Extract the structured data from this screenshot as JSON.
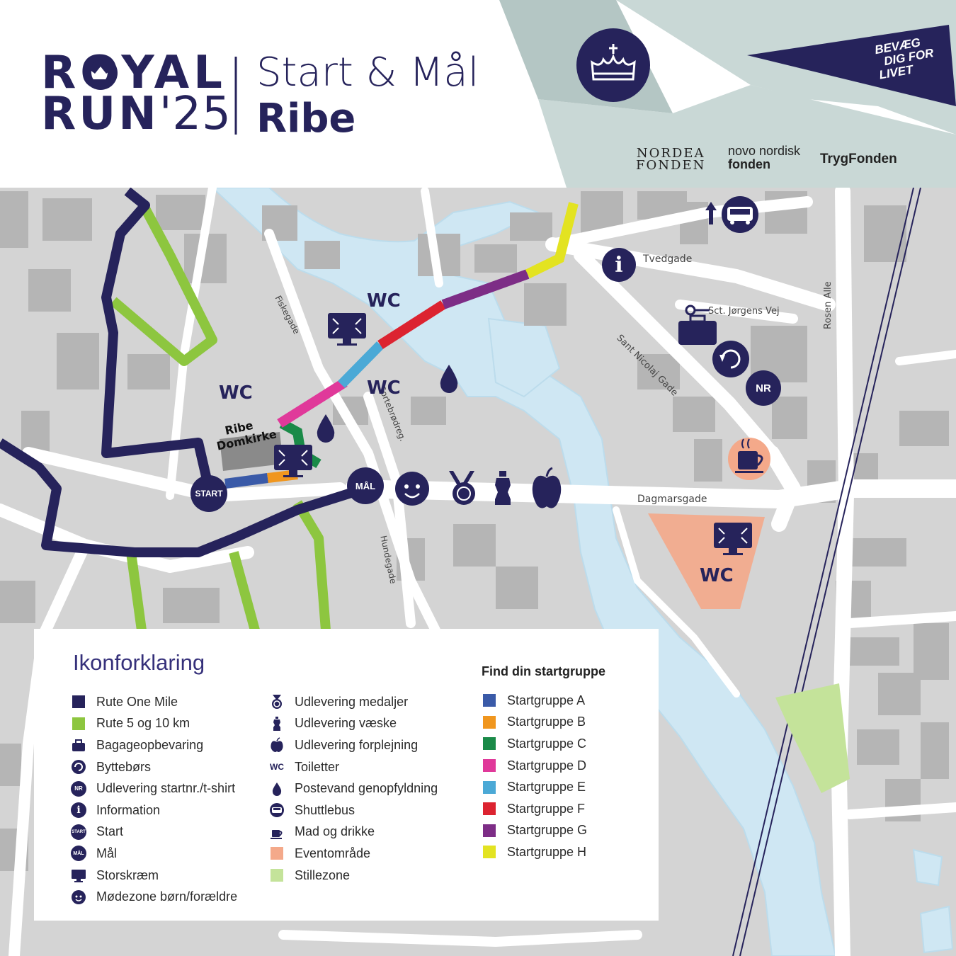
{
  "header": {
    "brand_line1": "ROYAL",
    "brand_line2": "RUN",
    "brand_year": "'25",
    "subtitle": "Start & Mål",
    "city": "Ribe",
    "tagline": [
      "BEVÆG",
      "DIG FOR",
      "LIVET"
    ],
    "sponsors": {
      "nordea_1": "NORDEA",
      "nordea_2": "FONDEN",
      "novo_1": "novo nordisk",
      "novo_2": "fonden",
      "tryg": "TrygFonden"
    }
  },
  "map": {
    "streets": {
      "tvedgade": "Tvedgade",
      "sct_jorgens": "Sct. Jørgens Vej",
      "sant_nicolaj": "Sant Nicolaj Gade",
      "rosen_alle": "Rosen Alle",
      "fiskegade": "Fiskegade",
      "sortebrodreg": "Sortebrødreg.",
      "hundegade": "Hundegade",
      "dagmarsgade": "Dagmarsgade"
    },
    "landmark_1": "Ribe",
    "landmark_2": "Domkirke",
    "wc": "WC",
    "start": "START",
    "goal": "MÅL",
    "nr": "NR",
    "info": "i"
  },
  "legend": {
    "title": "Ikonforklaring",
    "col1": [
      {
        "label": "Rute One Mile",
        "icon": "square-navy"
      },
      {
        "label": "Rute 5 og 10 km",
        "icon": "square-green"
      },
      {
        "label": "Bagageopbevaring",
        "icon": "luggage-icon"
      },
      {
        "label": "Byttebørs",
        "icon": "exchange-icon"
      },
      {
        "label": "Udlevering startnr./t-shirt",
        "icon": "nr-icon"
      },
      {
        "label": "Information",
        "icon": "info-icon"
      },
      {
        "label": "Start",
        "icon": "start-icon"
      },
      {
        "label": "Mål",
        "icon": "goal-icon"
      },
      {
        "label": "Storskræm",
        "icon": "screen-icon"
      },
      {
        "label": "Mødezone børn/forældre",
        "icon": "child-icon"
      }
    ],
    "col2": [
      {
        "label": "Udlevering medaljer",
        "icon": "medal-icon"
      },
      {
        "label": "Udlevering væske",
        "icon": "bottle-icon"
      },
      {
        "label": "Udlevering forplejning",
        "icon": "apple-icon"
      },
      {
        "label": "Toiletter",
        "icon": "wc-icon"
      },
      {
        "label": "Postevand genopfyldning",
        "icon": "drop-icon"
      },
      {
        "label": "Shuttlebus",
        "icon": "bus-icon"
      },
      {
        "label": "Mad og drikke",
        "icon": "coffee-icon"
      },
      {
        "label": "Eventområde",
        "icon": "square-salmon"
      },
      {
        "label": "Stillezone",
        "icon": "square-lightgreen"
      }
    ],
    "icon_text": {
      "nr": "NR",
      "info": "i",
      "start": "START",
      "goal": "MÅL",
      "wc": "WC"
    },
    "startgroups_title": "Find din startgruppe",
    "startgroups": [
      {
        "label": "Startgruppe A",
        "color": "#3a5aa8"
      },
      {
        "label": "Startgruppe B",
        "color": "#f0961e"
      },
      {
        "label": "Startgruppe C",
        "color": "#1a8a48"
      },
      {
        "label": "Startgruppe D",
        "color": "#e0399a"
      },
      {
        "label": "Startgruppe E",
        "color": "#4ba9d6"
      },
      {
        "label": "Startgruppe F",
        "color": "#dc2330"
      },
      {
        "label": "Startgruppe G",
        "color": "#7d2d86"
      },
      {
        "label": "Startgruppe H",
        "color": "#e3e321"
      }
    ]
  },
  "colors": {
    "navy": "#26235b",
    "route_green": "#8dc63f",
    "water": "#cfe7f3",
    "event_area": "#f4a98a",
    "quiet_zone": "#c4e39a",
    "block_gray": "#b5b5b5"
  }
}
